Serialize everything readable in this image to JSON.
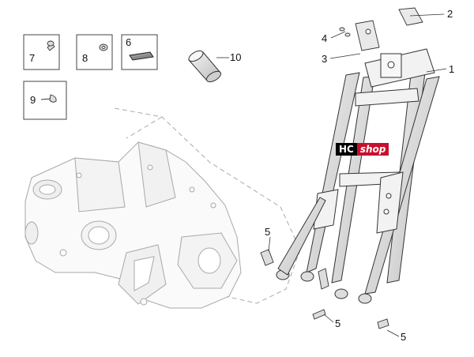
{
  "callouts": {
    "c1": "1",
    "c2": "2",
    "c3": "3",
    "c4": "4",
    "c5a": "5",
    "c5b": "5",
    "c5c": "5",
    "c6": "6",
    "c7": "7",
    "c8": "8",
    "c9": "9",
    "c10": "10"
  },
  "watermark": {
    "hc": "HC",
    "shop": "shop"
  }
}
